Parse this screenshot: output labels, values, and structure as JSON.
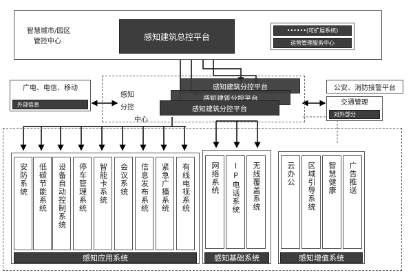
{
  "top": {
    "city_title": "智慧城市/园区",
    "city_subtitle": "管控中心",
    "main_platform": "感知建筑总控平台",
    "ext_system": "••••••(可扩展系统)",
    "ops_center": "运营管理服务中心"
  },
  "left_ext": {
    "carriers": "广电、电信、移动",
    "external_info": "外部信息"
  },
  "branch": {
    "label_1": "感知",
    "label_2": "分控",
    "label_3": "中心",
    "platforms": [
      "感知建筑分控平台",
      "感知建筑分控平台",
      "感知建筑分控平台"
    ]
  },
  "right_ext": {
    "police_fire": "公安、消防接警平台",
    "traffic": "交通管理",
    "external_part": "对外部分"
  },
  "groups": {
    "application": {
      "title": "感知应用系统",
      "modules": [
        "安防系统",
        "低碳节能系统",
        "设备自动控制系统",
        "停车管理系统",
        "智能卡系统",
        "会议系统",
        "信息发布系统",
        "紧急广播系统",
        "有线电视系统"
      ]
    },
    "infrastructure": {
      "title": "感知基础系统",
      "modules": [
        "网络系统",
        "IP电话系统",
        "无线覆盖系统"
      ]
    },
    "value_added": {
      "title": "感知增值系统",
      "modules": [
        "云办公",
        "区域引导系统",
        "智慧健康",
        "广告推送"
      ]
    }
  }
}
